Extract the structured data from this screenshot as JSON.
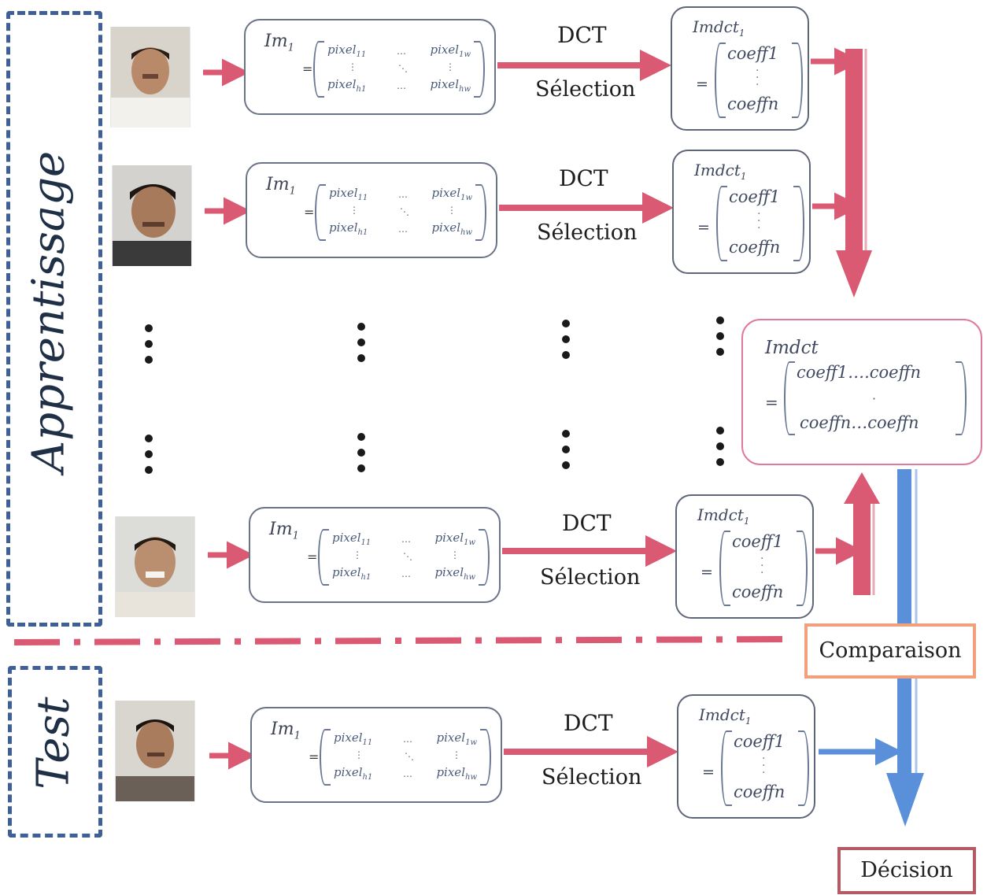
{
  "groups": {
    "training_label": "Apprentissage",
    "test_label": "Test"
  },
  "matrix_box": {
    "im_base": "Im",
    "im_sub": "1",
    "pixel_base": "pixel",
    "sub_11": "11",
    "sub_1w": "1w",
    "sub_h1": "h1",
    "sub_hw": "hw"
  },
  "transform": {
    "dct_label": "DCT",
    "selection_label": "Sélection"
  },
  "coef_box": {
    "title_base": "Imdct",
    "title_sub": "1",
    "coef_top": "coeff1",
    "coef_bottom": "coeffn"
  },
  "aggregate": {
    "title": "Imdct",
    "row1": "coeff1….coeffn",
    "row2": "coeffn…coeffn"
  },
  "outputs": {
    "comparison_label": "Comparaison",
    "decision_label": "Décision"
  },
  "colors": {
    "train_arrow": "#d95a72",
    "test_arrow": "#5a8fd9",
    "dashed_border": "#3f5f98",
    "comparison_border": "#f2a07c",
    "decision_border": "#b65a66",
    "aggregate_border": "#e07a9a"
  },
  "icons": {
    "face_photo": "face-photo-icon",
    "ellipsis": "vertical-ellipsis-icon"
  }
}
